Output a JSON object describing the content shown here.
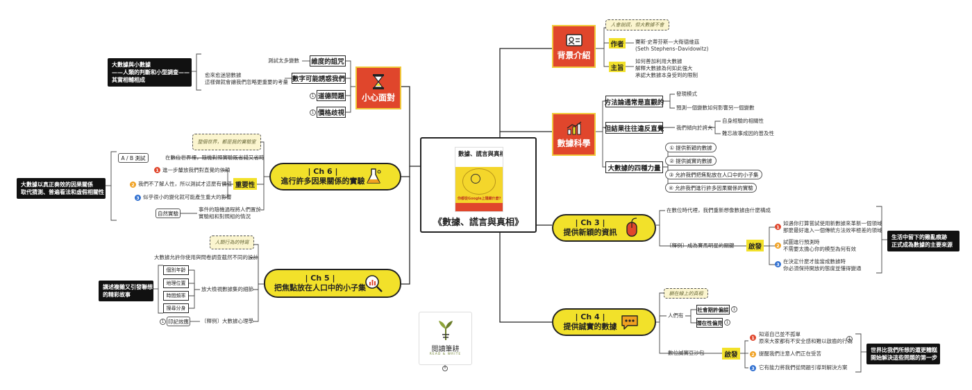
{
  "center": {
    "title": "《數據、謊言與真相》",
    "book_cover_title": "數據、謊言與真相",
    "book_cover_sub": "你都從Google上隱藏什麼?"
  },
  "colors": {
    "accent_yellow": "#f2e12a",
    "accent_red": "#e0462c",
    "num1": "#e0462c",
    "num2": "#f0a020",
    "num3": "#2f6fd0"
  },
  "branch_bg": {
    "label": "背景介紹",
    "note": "人會說謊，但大數據不會",
    "author_label": "作者",
    "author_text": "賽斯·史蒂芬斯—大衛德維茲\n(Seth Stephens–Davidowitz)",
    "theme_label": "主旨",
    "theme_text": "如何善加利用大數據\n解釋大數據為何如此強大\n承認大數據本身受到的限制"
  },
  "branch_ds": {
    "label": "數據科學",
    "item1": "方法論通常是直觀的",
    "item1_sub1": "發現模式",
    "item1_sub2": "預測一個變數如何影響另一個變數",
    "item2": "但結果往往違反直覺",
    "item2_mid": "我們傾向於誇大",
    "item2_sub1": "自身經驗的相關性",
    "item2_sub2": "難忘故事成因的普及性",
    "item3": "大數據的四種力量",
    "powers": [
      "① 提供新穎的數據",
      "② 提供誠實的數據",
      "③ 允許我們把焦點放在人口中的小子集",
      "④ 允許我們進行許多因果關係的實驗"
    ]
  },
  "branch_ch3": {
    "label_top": "| Ch 3 |",
    "label": "提供新穎的資訊",
    "line1": "在數位時代裡，我們重新想像數據由什麼構成",
    "line2": "〔釋例〕成為賽馬明星的關鍵",
    "tag": "啟發",
    "insights": [
      "如遇你打算嘗試使用新數據來革新一個領域\n那麼最好進入一個傳統方法效率極差的領域",
      "試圖進行預測時\n不需要太擔心你的模型為何有效",
      "在決定什麼才能當成數據時\n你必須保持開放的態度並懂得變通"
    ],
    "black": "生活中留下的雞亂痕跡\n正式成為數據的主要來源"
  },
  "branch_ch4": {
    "label_top": "| Ch 4 |",
    "label": "提供誠實的數據",
    "note": "躺在線上的真相",
    "people": "人們有",
    "bias1": "社會期許偏誤",
    "bias2": "潛在性偏見",
    "serum": "數位誠實豆沙包",
    "tag": "啟發",
    "insights": [
      "知道自己並不孤單\n原來大家都有不安全感和難以啟齒的行為",
      "提醒我們注意人們正在受苦",
      "它有能力將我們從問題引導到解決方案"
    ],
    "black": "世界比我們所想的還更糟糕\n開始解決這些問題的第一步"
  },
  "branch_careful": {
    "label": "小心面對",
    "item1": "維度的詛咒",
    "item1_left": "測試太多變數",
    "item2": "數字可能誘惑我們",
    "item2_left": "愈來愈迷戀數據\n這樣做就會讓我們忽略更重要的考量",
    "item3": "道德問題",
    "item4": "價格歧視",
    "black": "大數據與小數據\n——人類的判斷和小型調查——\n其實相輔相成"
  },
  "branch_ch6": {
    "label_top": "| Ch 6 |",
    "label": "進行許多因果關係的實驗",
    "note": "整個世界，都是我的實驗室",
    "ab": "A / B 測試",
    "ab_text": "在數位世界裡，隨機對照實驗既省錢又省時",
    "important": "重要性",
    "imp": [
      "進一步釐放我們對直覺的依賴",
      "我們不了解人性，所以測試才這麼有價值",
      "似乎很小的變化就可能產生重大的影響"
    ],
    "natural": "自然實驗",
    "natural_text": "事件的隨機過程將人們置於\n實驗組和對照組的情況",
    "black": "大數據以真正奏效的因果關係\n取代猜測、普遍看法和虛假相關性"
  },
  "branch_ch5": {
    "label_top": "| Ch 5 |",
    "label": "把焦點放在人口中的小子集",
    "note": "人類行為的特寫",
    "line1": "大數據允許你使用與問卷調查截然不同的設計",
    "dims": [
      "個別年齡",
      "地理位置",
      "時間頻率",
      "搜尋分身"
    ],
    "dims_text": "放大檢視數據集的細節",
    "imprint": "印記效應",
    "imprint_text": "〔釋例〕大數據心理學",
    "black": "講述複雜又引發聯想\n的精彩故事"
  },
  "logo": {
    "text": "閱讀筆耕",
    "sub": "READ & WRITE"
  }
}
